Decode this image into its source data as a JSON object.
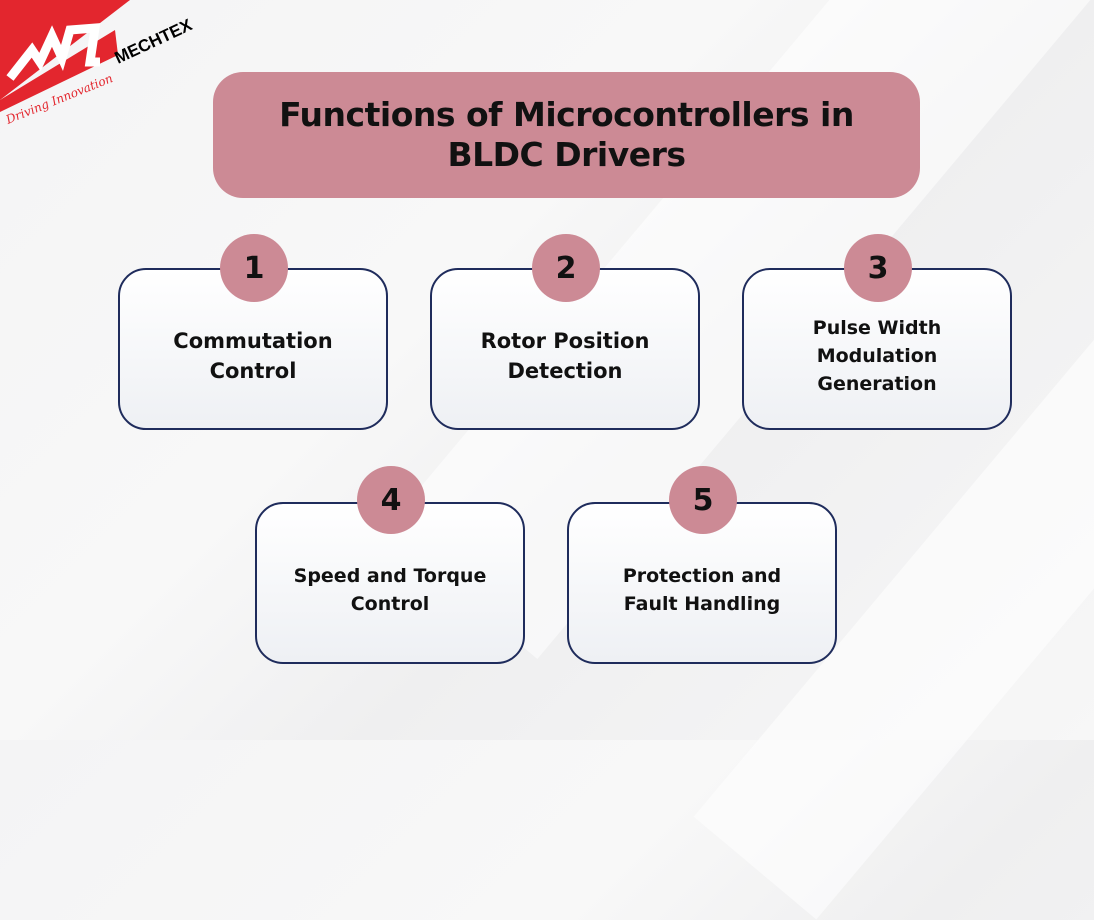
{
  "logo": {
    "brand": "MECHTEX",
    "tagline": "Driving Innovation"
  },
  "title": "Functions of Microcontrollers in BLDC Drivers",
  "colors": {
    "accent": "#cc8a95",
    "border": "#1f2c5c",
    "logo_red": "#e3262e"
  },
  "items": [
    {
      "number": "1",
      "label": "Commutation Control"
    },
    {
      "number": "2",
      "label": "Rotor Position Detection"
    },
    {
      "number": "3",
      "label": "Pulse Width Modulation Generation"
    },
    {
      "number": "4",
      "label": "Speed and Torque Control"
    },
    {
      "number": "5",
      "label": "Protection and Fault Handling"
    }
  ]
}
